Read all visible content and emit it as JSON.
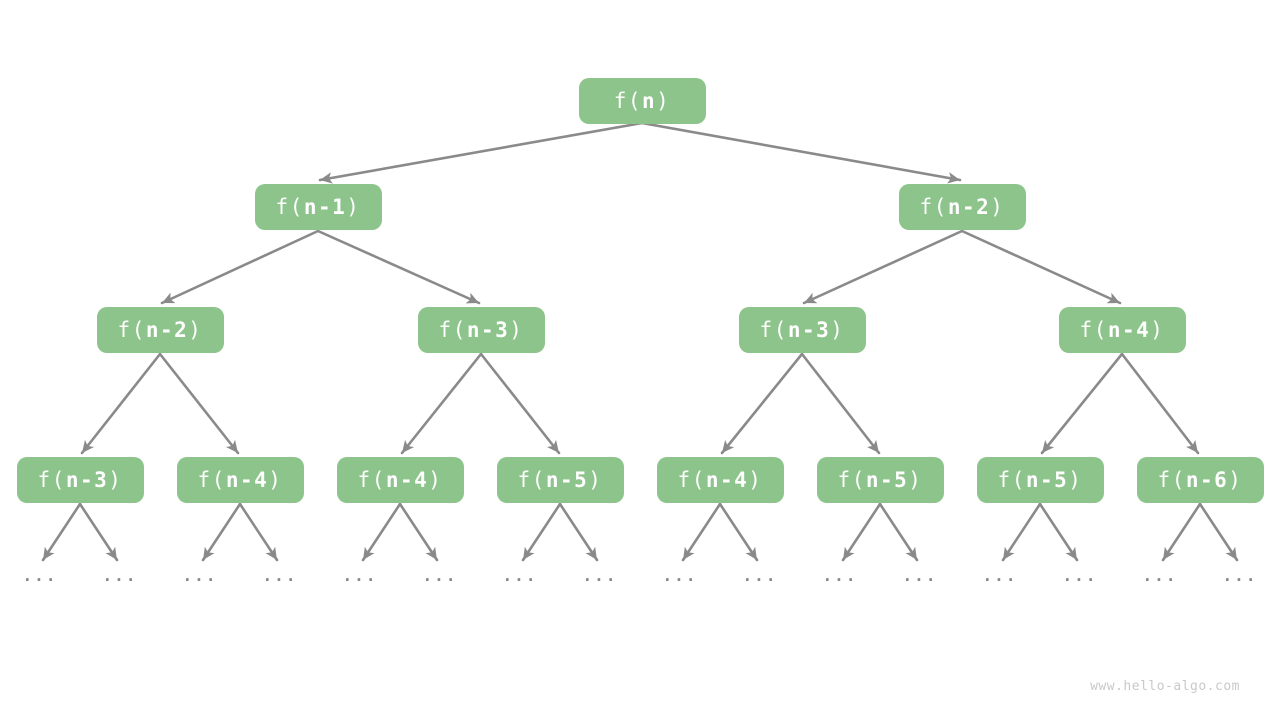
{
  "diagram": {
    "type": "recursion-tree",
    "description": "Recursion tree of f(n) = f(n-1) + f(n-2)"
  },
  "colors": {
    "node_fill": "#8dc48b",
    "node_text": "#ffffff",
    "edge_gray": "#8a8a8a",
    "watermark_gray": "#c9c9c9",
    "background": "#ffffff"
  },
  "labels": {
    "fn_prefix": "f(",
    "fn_suffix": ")",
    "ellipsis": "..."
  },
  "tree": {
    "levels": [
      {
        "nodes": [
          {
            "arg": "n"
          }
        ]
      },
      {
        "nodes": [
          {
            "arg": "n-1"
          },
          {
            "arg": "n-2"
          }
        ]
      },
      {
        "nodes": [
          {
            "arg": "n-2"
          },
          {
            "arg": "n-3"
          },
          {
            "arg": "n-3"
          },
          {
            "arg": "n-4"
          }
        ]
      },
      {
        "nodes": [
          {
            "arg": "n-3"
          },
          {
            "arg": "n-4"
          },
          {
            "arg": "n-4"
          },
          {
            "arg": "n-5"
          },
          {
            "arg": "n-4"
          },
          {
            "arg": "n-5"
          },
          {
            "arg": "n-5"
          },
          {
            "arg": "n-6"
          }
        ]
      }
    ],
    "leaf_ellipsis_count": 16
  },
  "watermark": {
    "text": "www.hello-algo.com"
  }
}
